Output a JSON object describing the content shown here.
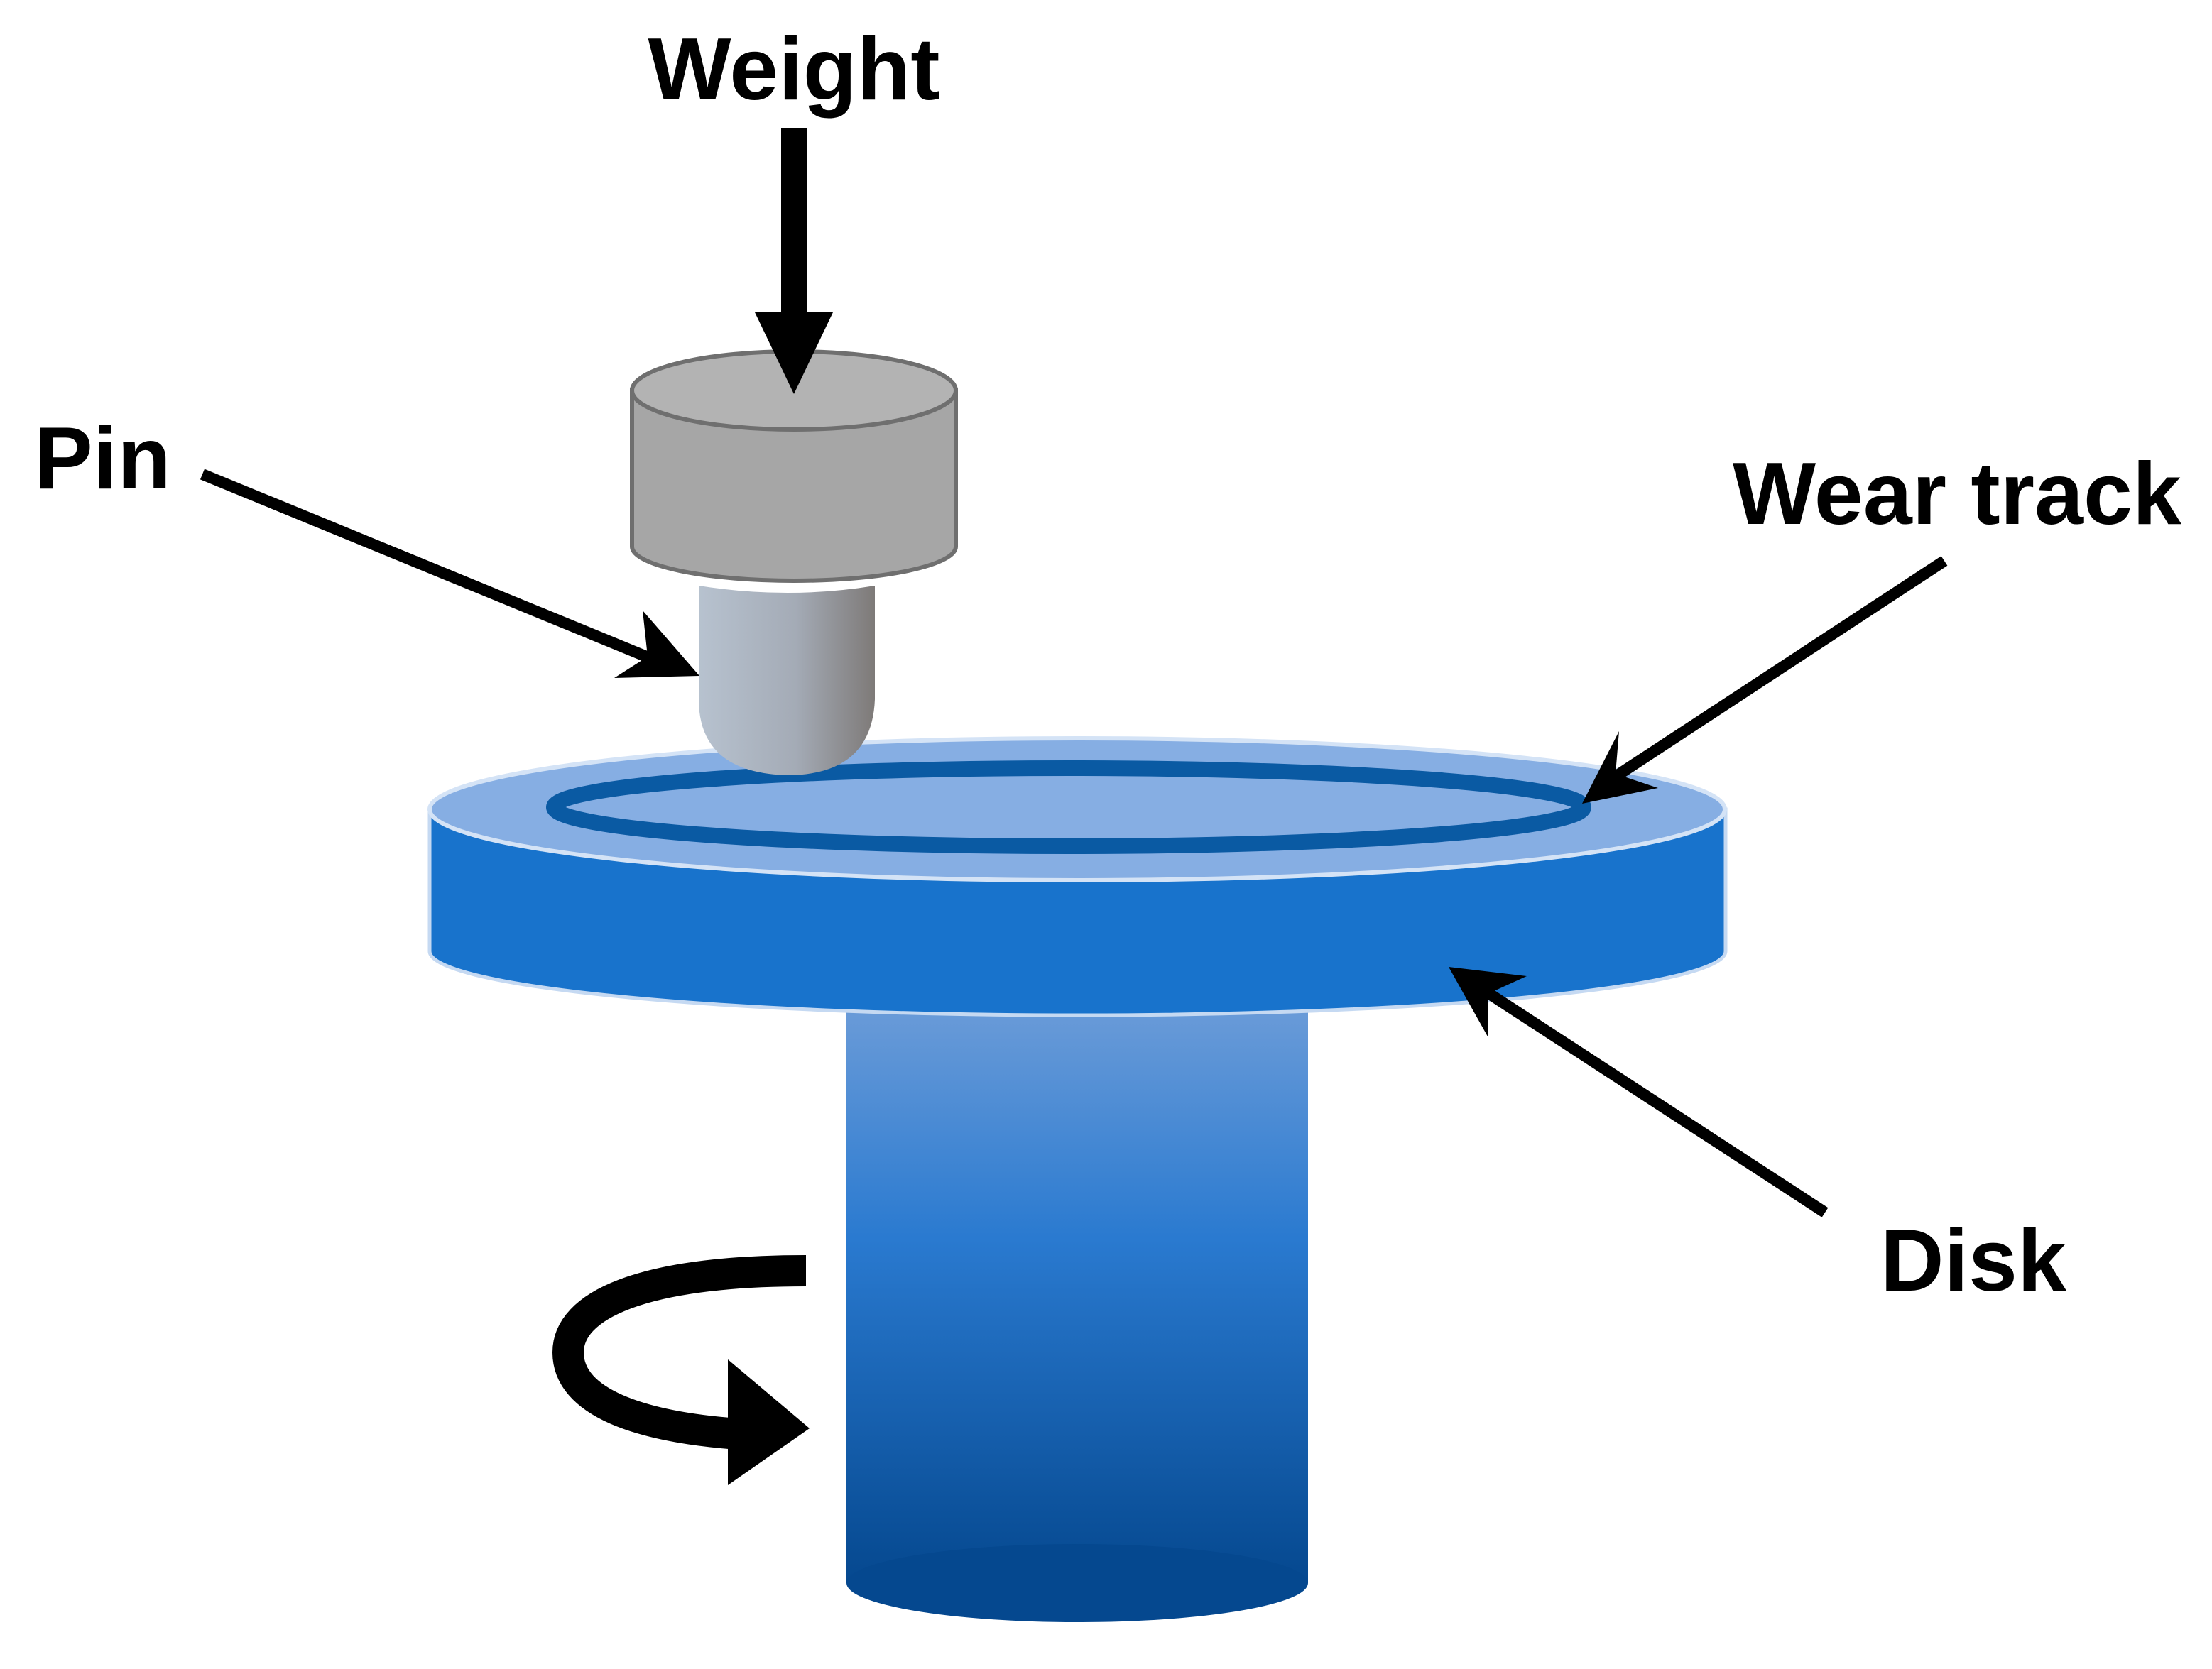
{
  "labels": {
    "weight": "Weight",
    "pin": "Pin",
    "wear_track": "Wear track",
    "disk": "Disk"
  },
  "colors": {
    "disk_top": "#86aee3",
    "disk_side": "#1873cc",
    "wear_track": "#0a5aa3",
    "shaft_top": "#6a9bd8",
    "shaft_bottom": "#05488f",
    "weight_body": "#a6a6a6",
    "weight_outline": "#6f6f6f",
    "pin_light": "#b9c2cc",
    "pin_dark": "#8a8a8a",
    "arrow": "#000000"
  },
  "icons": {
    "load_arrow": "down-arrow-icon",
    "rotation": "rotation-arrow-icon"
  }
}
